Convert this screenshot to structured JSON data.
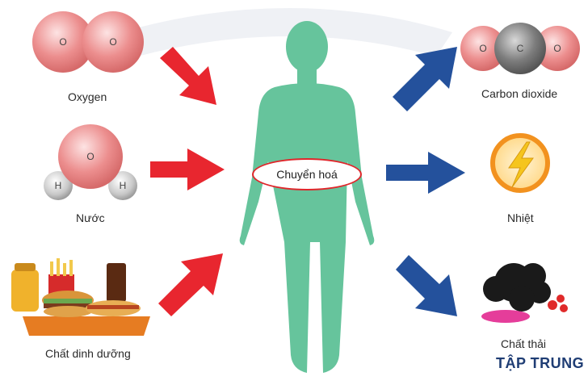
{
  "inputs": {
    "oxygen": {
      "label": "Oxygen",
      "atoms": [
        "O",
        "O"
      ]
    },
    "water": {
      "label": "Nước",
      "atoms": [
        "O",
        "H",
        "H"
      ]
    },
    "nutrients": {
      "label": "Chất dinh dưỡng"
    }
  },
  "process": {
    "label": "Chuyển hoá"
  },
  "outputs": {
    "co2": {
      "label": "Carbon dioxide",
      "atoms": [
        "O",
        "C",
        "O"
      ]
    },
    "heat": {
      "label": "Nhiệt"
    },
    "waste": {
      "label": "Chất thải"
    }
  },
  "brand": "TẬP TRUNG",
  "colors": {
    "input_arrow": "#e8262f",
    "output_arrow": "#24519c",
    "body": "#66c49c",
    "oxygen_atom": "#ec8e8e",
    "hydrogen_atom": "#c8c8c8",
    "carbon_atom": "#7d7d7d",
    "heat_icon": "#f2921f",
    "waste_cloud": "#1a1a1a",
    "waste_puddle": "#e53d9a"
  }
}
